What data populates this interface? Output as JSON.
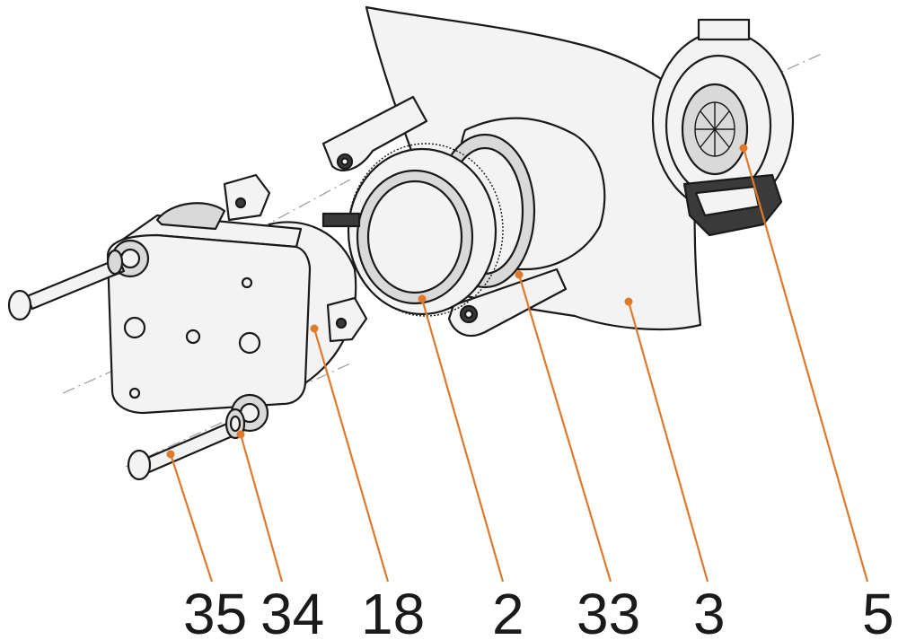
{
  "callouts": [
    {
      "id": "35",
      "label": "35"
    },
    {
      "id": "34",
      "label": "34"
    },
    {
      "id": "18",
      "label": "18"
    },
    {
      "id": "2",
      "label": "2"
    },
    {
      "id": "33",
      "label": "33"
    },
    {
      "id": "3",
      "label": "3"
    },
    {
      "id": "5",
      "label": "5"
    }
  ],
  "colors": {
    "leader": "#e07a2a",
    "outline": "#1a1a1a",
    "axis": "#9a9a9a"
  }
}
